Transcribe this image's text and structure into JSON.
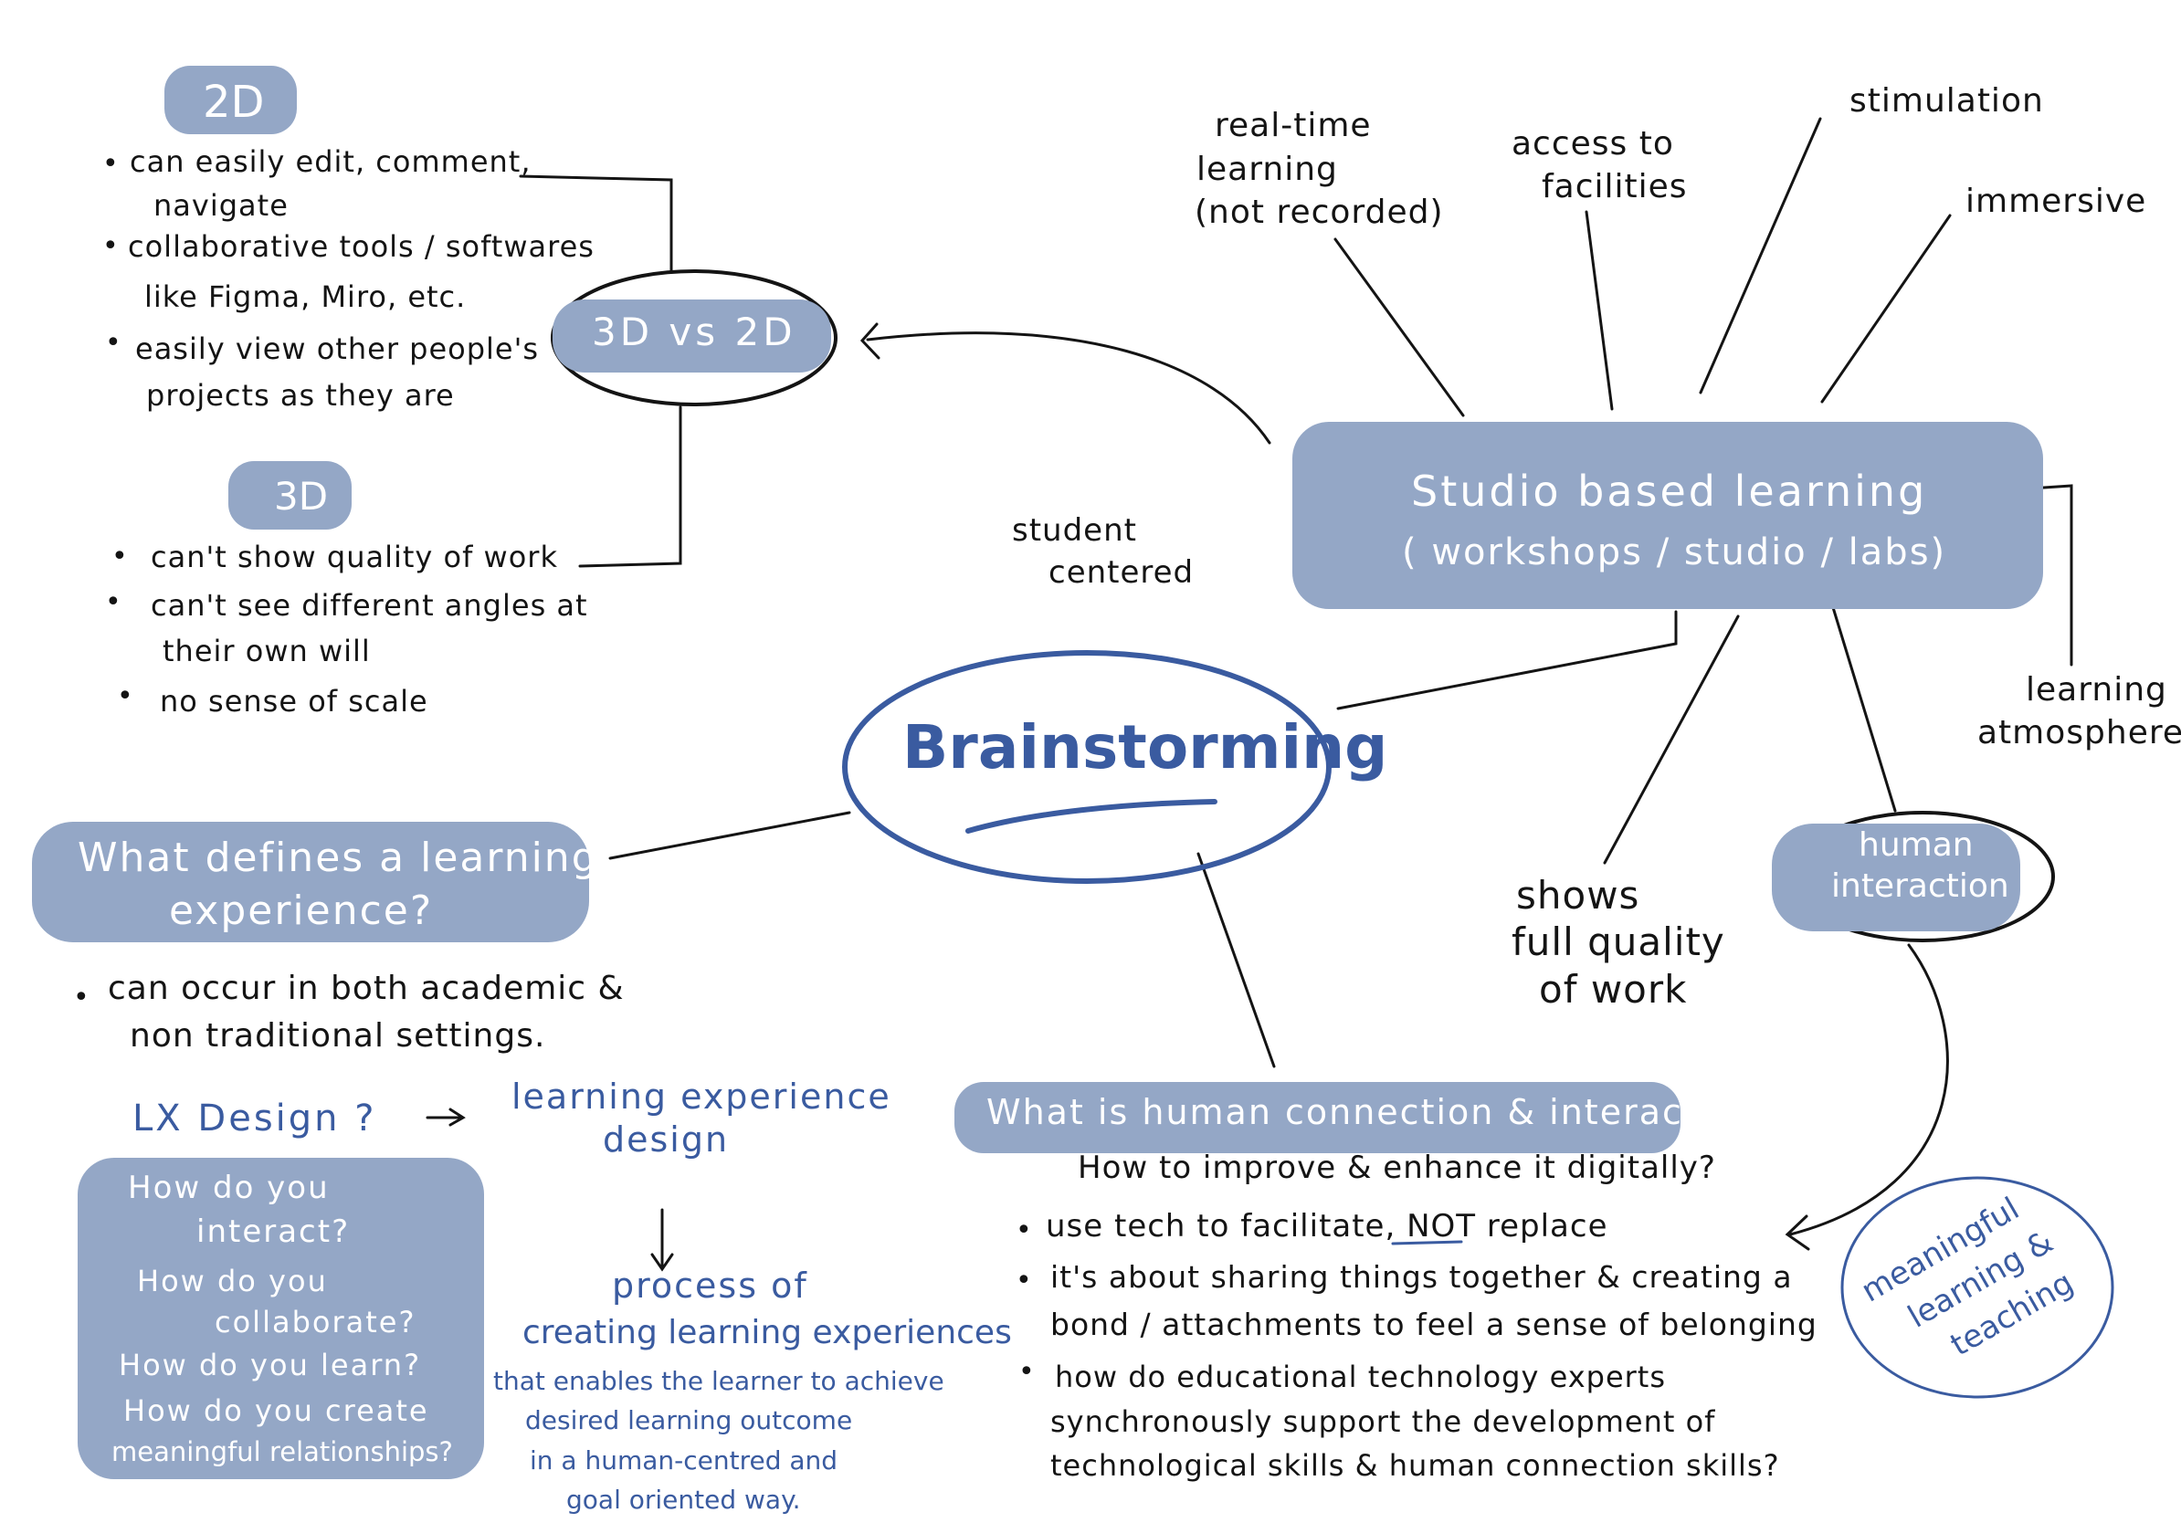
{
  "center": {
    "title": "Brainstorming"
  },
  "studio": {
    "line1": "Studio based learning",
    "line2": "( workshops / studio / labs)",
    "spokes": {
      "realtime": [
        "real-time",
        "learning",
        "(not recorded)"
      ],
      "access": [
        "access to",
        "facilities"
      ],
      "stimulation": "stimulation",
      "immersive": "immersive",
      "atmosphere": [
        "learning",
        "atmosphere"
      ],
      "quality": [
        "shows",
        "full quality",
        "of work"
      ],
      "human": [
        "human",
        "interaction"
      ]
    }
  },
  "student_centered": [
    "student",
    "centered"
  ],
  "vs": {
    "label": "3D vs 2D",
    "twod": {
      "heading": "2D",
      "points": [
        [
          "can easily edit, comment,",
          "navigate"
        ],
        [
          "collaborative tools / softwares",
          "like Figma, Miro, etc."
        ],
        [
          "easily view other people's",
          "projects as they are"
        ]
      ]
    },
    "threed": {
      "heading": "3D",
      "points": [
        [
          "can't show quality of work"
        ],
        [
          "can't see different angles at",
          "their own will"
        ],
        [
          "no sense of scale"
        ]
      ]
    }
  },
  "lx": {
    "question": [
      "What defines a learning",
      "experience?"
    ],
    "point": [
      "can occur in both academic &",
      "non traditional settings."
    ],
    "design_label": "LX Design ?",
    "arrow": "→",
    "expansion": [
      "learning experience",
      "design"
    ],
    "process": [
      "process of",
      "creating learning experiences"
    ],
    "process_detail": [
      "that enables the learner to achieve",
      "desired learning outcome",
      "in a human-centred and",
      "goal oriented way."
    ],
    "questions": [
      "How do you",
      "interact?",
      "How do you",
      "collaborate?",
      "How do you learn?",
      "How do you create",
      "meaningful relationships?"
    ]
  },
  "connection": {
    "question": "What is human connection & interaction?",
    "subquestion": "How to improve & enhance it digitally?",
    "points": [
      [
        "use tech to facilitate, NOT replace"
      ],
      [
        "it's about sharing things together & creating a",
        "bond / attachments to feel a sense of belonging"
      ],
      [
        "how do educational technology experts",
        "synchronously support the development of",
        "technological skills & human connection skills?"
      ]
    ]
  },
  "meaningful": [
    "meaningful",
    "learning &",
    "teaching"
  ],
  "colors": {
    "highlight": "#94a7c6",
    "ink_blue": "#3a5ba0",
    "ink": "#141414"
  }
}
